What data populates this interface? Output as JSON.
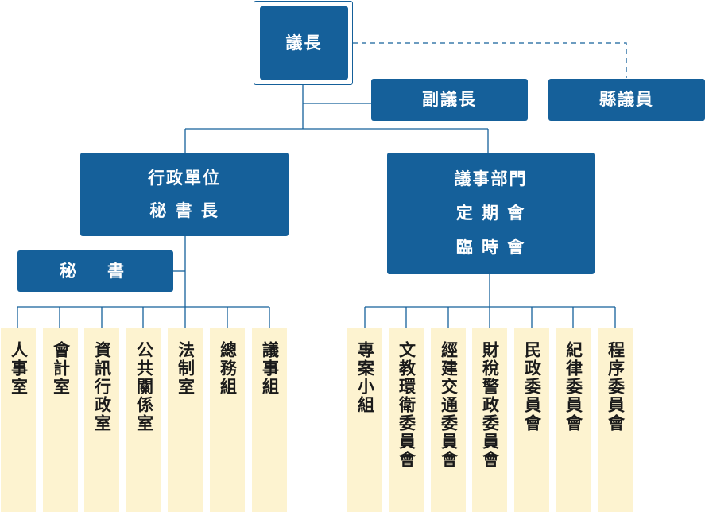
{
  "colors": {
    "box": "#15609a",
    "box_text": "#ffffff",
    "column_bg": "#fdf3d0",
    "line": "#15609a"
  },
  "top": {
    "speaker": "議長",
    "deputy": "副議長",
    "councilors": "縣議員"
  },
  "admin": {
    "title": "行政單位",
    "head": "秘 書 長",
    "secretary": "秘　書"
  },
  "council": {
    "title": "議事部門",
    "regular": "定 期 會",
    "extra": "臨 時 會"
  },
  "admin_units": [
    "人事室",
    "會計室",
    "資訊行政室",
    "公共關係室",
    "法制室",
    "總務組",
    "議事組"
  ],
  "committees": [
    "專案小組",
    "文教環衛委員會",
    "經建交通委員會",
    "財稅警政委員會",
    "民政委員會",
    "紀律委員會",
    "程序委員會"
  ]
}
